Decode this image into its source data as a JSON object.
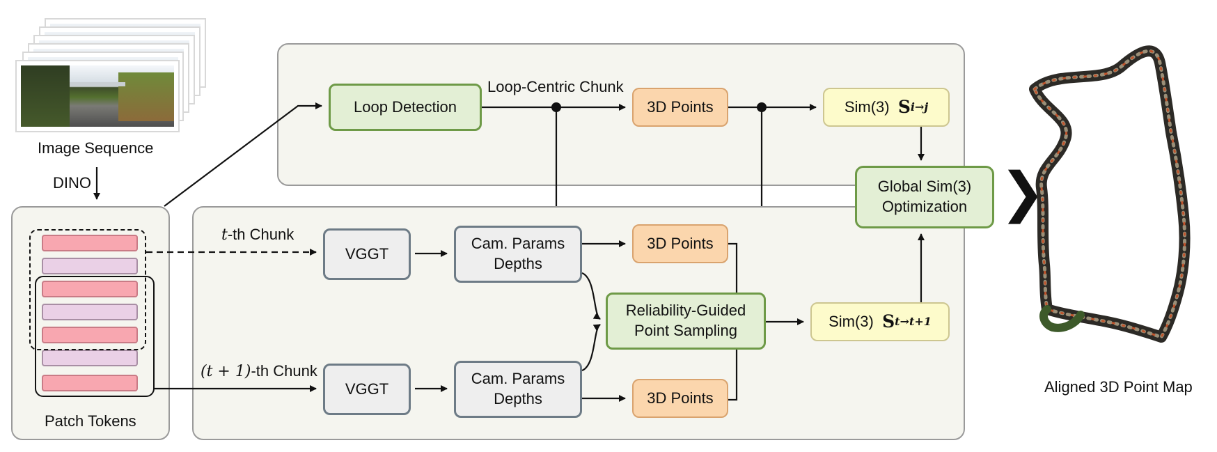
{
  "inputs": {
    "image_sequence_label": "Image Sequence",
    "dino_label": "DINO",
    "patch_tokens_label": "Patch Tokens"
  },
  "loop_branch": {
    "loop_detection": "Loop Detection",
    "loop_centric_chunk": "Loop-Centric Chunk",
    "points": "3D Points",
    "sim3_prefix": "Sim(3)",
    "sim3_symbol": "S",
    "sim3_subscript": "i→j"
  },
  "global_opt": {
    "line1": "Global Sim(3)",
    "line2": "Optimization"
  },
  "chunk_branch": {
    "chunk_t_var": "t",
    "chunk_t_suffix": "-th Chunk",
    "chunk_t1_var": "(t + 1)",
    "chunk_t1_suffix": "-th Chunk",
    "vggt_top": "VGGT",
    "vggt_bottom": "VGGT",
    "cam_top_line1": "Cam. Params",
    "cam_top_line2": "Depths",
    "cam_bottom_line1": "Cam. Params",
    "cam_bottom_line2": "Depths",
    "points_top": "3D Points",
    "points_bottom": "3D Points",
    "sampling_line1": "Reliability-Guided",
    "sampling_line2": "Point Sampling",
    "sim3_prefix": "Sim(3)",
    "sim3_symbol": "S",
    "sim3_subscript": "t→t+1"
  },
  "output": {
    "arrow_glyph": "❯",
    "label": "Aligned 3D Point Map"
  },
  "colors": {
    "green_border": "#6e9a47",
    "green_fill": "#e3efd5",
    "gray_border": "#6d7b86",
    "orange_fill": "#fbd6ad",
    "yellow_fill": "#fdfbcb",
    "token_pink": "#f8a7b0",
    "token_violet": "#ead0e6"
  }
}
